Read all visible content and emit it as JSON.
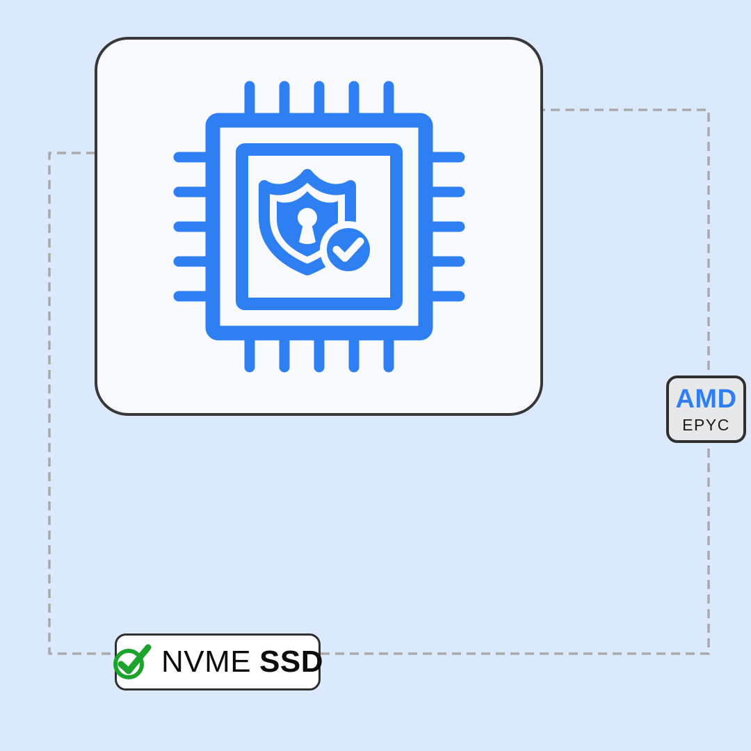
{
  "page": {
    "background": "#dbe9fc",
    "description": "secure-cpu-diagram"
  },
  "colors": {
    "accent_blue": "#2e7ff2",
    "success_green": "#1ca32b",
    "dash_gray": "#a9a9a9",
    "border_dark": "#2f2f2f",
    "card_border": "#383838",
    "card_bg": "#f8fafd",
    "amd_badge_bg": "#e7e8ea",
    "nvme_badge_bg": "#ffffff",
    "text_dark": "#0d0d0d"
  },
  "card": {
    "icon": "cpu-shield-check-icon"
  },
  "badges": {
    "amd": {
      "brand": "AMD",
      "model": "EPYC"
    },
    "nvme": {
      "icon": "check-circle-icon",
      "label_regular": "NVME",
      "label_bold": "SSD"
    }
  }
}
